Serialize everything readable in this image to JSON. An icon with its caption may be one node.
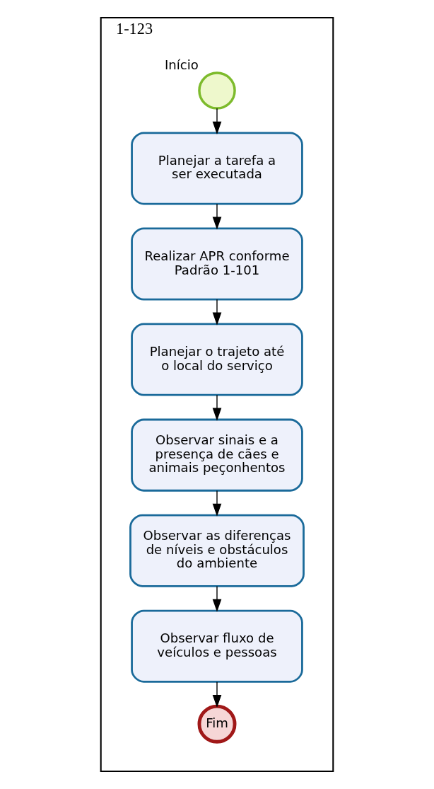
{
  "diagram": {
    "nodes": [
      {
        "text": [
          "1-123"
        ]
      },
      {
        "text": [],
        "shape": "circle",
        "beside": [
          "Início"
        ],
        "in": 0
      },
      {
        "text": [
          "Planejar a tarefa a ser executada"
        ],
        "in": 0
      },
      {
        "text": [
          "Realizar APR conforme Padrão 1-101"
        ],
        "in": 0
      },
      {
        "text": [
          "Planejar o trajeto até o local do serviço"
        ],
        "in": 0
      },
      {
        "text": [
          "Observar sinais e a presença de cães e animais peçonhentos"
        ],
        "in": 0
      },
      {
        "text": [
          "Observar as diferenças de níveis e obstáculos do ambiente"
        ],
        "in": 0
      },
      {
        "text": [
          "Observar fluxo de veículos e pessoas"
        ],
        "in": 0
      },
      {
        "text": [
          "Fim"
        ],
        "in": 0
      }
    ],
    "edges": [
      {
        "from": 1,
        "to": 2,
        "arrow": "to"
      },
      {
        "from": 2,
        "to": 3,
        "arrow": "to"
      },
      {
        "from": 3,
        "to": 4,
        "arrow": "to"
      },
      {
        "from": 4,
        "to": 5,
        "arrow": "to"
      },
      {
        "from": 5,
        "to": 6,
        "arrow": "to"
      },
      {
        "from": 6,
        "to": 7,
        "arrow": "to"
      },
      {
        "from": 7,
        "to": 8,
        "arrow": "to"
      }
    ]
  }
}
